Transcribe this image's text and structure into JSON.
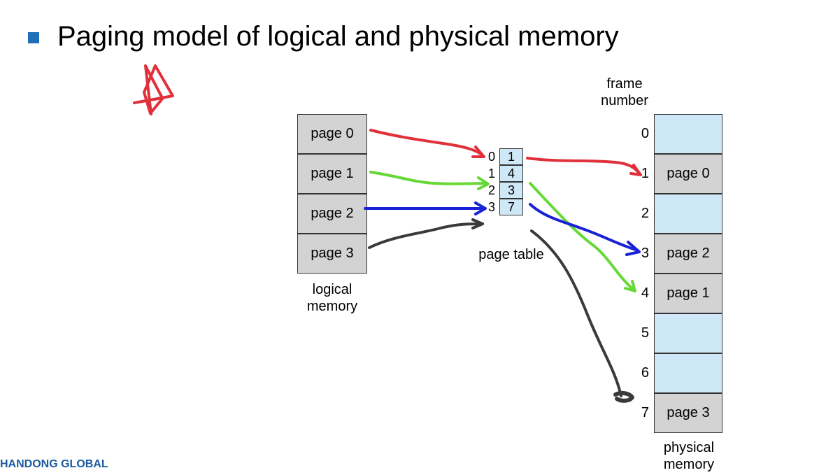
{
  "title": "Paging model of logical and physical memory",
  "logical_memory": {
    "pages": [
      "page 0",
      "page 1",
      "page 2",
      "page 3"
    ],
    "caption_line1": "logical",
    "caption_line2": "memory"
  },
  "page_table": {
    "indices": [
      "0",
      "1",
      "2",
      "3"
    ],
    "frames": [
      "1",
      "4",
      "3",
      "7"
    ],
    "caption": "page table"
  },
  "physical_memory": {
    "header_line1": "frame",
    "header_line2": "number",
    "frame_numbers": [
      "0",
      "1",
      "2",
      "3",
      "4",
      "5",
      "6",
      "7"
    ],
    "frames": [
      "",
      "page 0",
      "",
      "page 2",
      "page 1",
      "",
      "",
      "page 3"
    ],
    "caption_line1": "physical",
    "caption_line2": "memory"
  },
  "footer": {
    "logo_text": "HANDONG GLOBAL"
  },
  "colors": {
    "bullet": "#1f6fb8",
    "red": "#e0313b",
    "green": "#66d936",
    "blue": "#1a22d6",
    "gray": "#3a3a3a"
  }
}
